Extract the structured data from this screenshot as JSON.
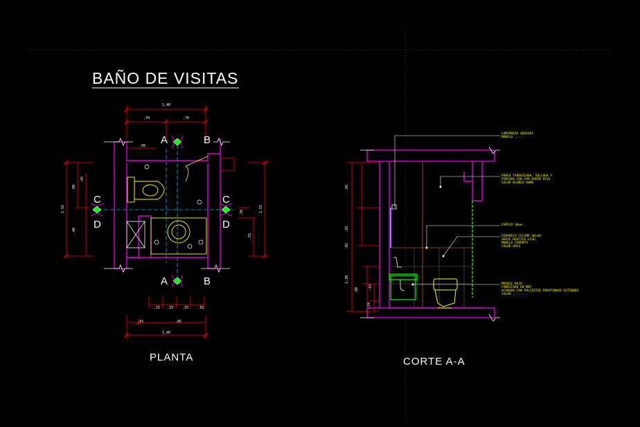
{
  "title": "BAÑO DE VISITAS",
  "captions": {
    "plan": "PLANTA",
    "section": "CORTE  A-A"
  },
  "section_tags": {
    "a": "A",
    "b": "B",
    "c": "C",
    "d": "D"
  },
  "plan_dims": {
    "total_top": "1.40",
    "top_left": ".70",
    "top_right": ".70",
    "inner_top": ".50",
    "bottom_1": ".15",
    "bottom_2": ".33",
    "bottom_3": ".33",
    "bottom_4": ".15",
    "bottom_5": ".15",
    "bottom_6": ".85",
    "total_bottom": "1.40",
    "left_total": "1.55",
    "left_1": ".90",
    "left_2": ".45",
    "left_3": ".40",
    "right_total": "1.55",
    "right_1": ".10",
    "right_2": ".55"
  },
  "section_dims": {
    "d1": ".85",
    "d2": ".29",
    "d3": ".01",
    "d4": "1.30",
    "d5": ".43",
    "d6": ".80",
    "d7": ".24"
  },
  "notes": {
    "n1": "LUMINARIA ADOSADA\nMODELO ....",
    "n2": "PARED TARRAJEADA, SELLADA Y\nPINTADA CON CPP-GREEN PLUS\nCOLOR BLANCO HUMO",
    "n3": "ESPEJO 10mm.",
    "n4": "CERAMICO CELIMA 40x40\nSERIE RUSTICO LISO\nMODELO CEMENTO\nCOLOR GRIS",
    "n5": "MUEBLE BAJO\nFABRICADO EN MDF\nACABADO CON POLIESTER PARAFINOSO SATINADO\nCOLOR ........"
  },
  "colors": {
    "wall": "#ff00ff",
    "dim": "#ff0000",
    "fixture": "#ffff00",
    "axis": "#00bfff",
    "marker": "#00ff00",
    "text": "#ffffff",
    "note": "#ffff00"
  }
}
